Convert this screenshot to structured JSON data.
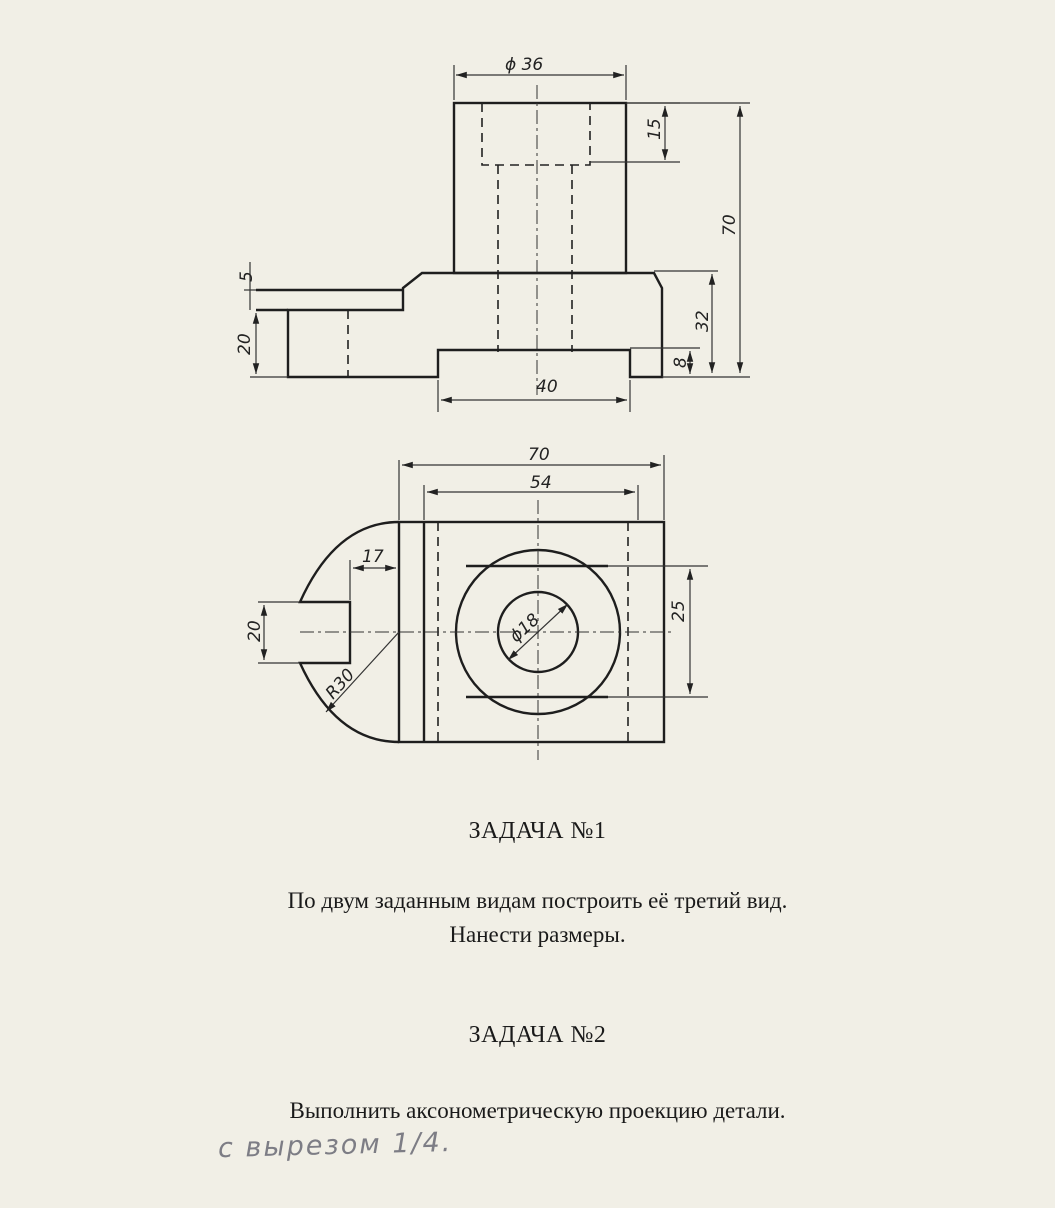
{
  "front_view": {
    "dims": {
      "top_diameter": "ϕ 36",
      "counterbore_depth": "15",
      "total_height": "70",
      "flange_thickness": "5",
      "lug_height": "20",
      "base_height": "32",
      "groove_depth": "8",
      "groove_width": "40"
    }
  },
  "top_view": {
    "dims": {
      "total_width": "70",
      "inner_width": "54",
      "slot_depth": "17",
      "slot_width": "20",
      "radius": "R30",
      "hole_diameter": "ϕ18",
      "flat_width": "25"
    }
  },
  "task1": {
    "title": "ЗАДАЧА  №1",
    "line1": "По двум заданным видам построить её третий вид.",
    "line2": "Нанести размеры."
  },
  "task2": {
    "title": "ЗАДАЧА  №2",
    "line1": "Выполнить аксонометрическую проекцию детали.",
    "handwritten_note": "с вырезом 1/4."
  }
}
